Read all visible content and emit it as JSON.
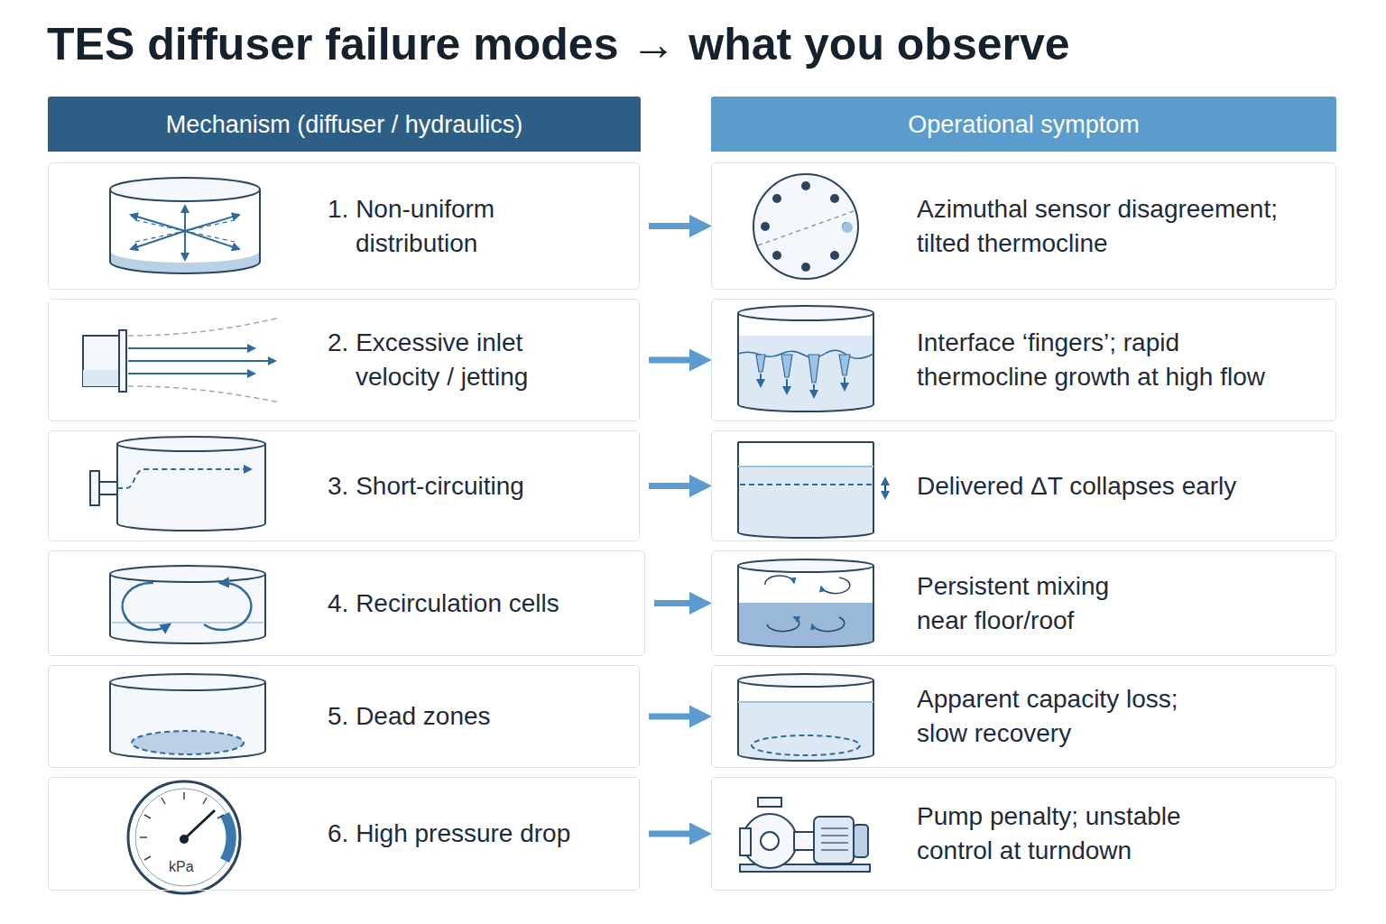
{
  "diagram": {
    "title": "TES diffuser failure modes → what you observe",
    "nodes": [
      {
        "text": [
          "Mechanism (diffuser / hydraulics)"
        ]
      },
      {
        "text": [
          "Operational symptom"
        ]
      },
      {
        "text": [
          "1. Non-uniform distribution"
        ]
      },
      {
        "text": [
          "Azimuthal sensor disagreement; tilted thermocline"
        ]
      },
      {
        "text": [
          "2. Excessive inlet velocity / jetting"
        ]
      },
      {
        "text": [
          "Interface ‘fingers’; rapid thermocline growth at high flow"
        ]
      },
      {
        "text": [
          "3. Short-circuiting"
        ]
      },
      {
        "text": [
          "Delivered ΔT collapses early"
        ]
      },
      {
        "text": [
          "4. Recirculation cells"
        ]
      },
      {
        "text": [
          "Persistent mixing near floor/roof"
        ]
      },
      {
        "text": [
          "5. Dead zones"
        ]
      },
      {
        "text": [
          "Apparent capacity loss; slow recovery"
        ]
      },
      {
        "text": [
          "6. High pressure drop"
        ]
      },
      {
        "text": [
          "Pump penalty; unstable control at turndown"
        ]
      }
    ],
    "edges": [
      {
        "from": 2,
        "to": 3,
        "arrow": "to"
      },
      {
        "from": 4,
        "to": 5,
        "arrow": "to"
      },
      {
        "from": 6,
        "to": 7,
        "arrow": "to"
      },
      {
        "from": 8,
        "to": 9,
        "arrow": "to"
      },
      {
        "from": 10,
        "to": 11,
        "arrow": "to"
      },
      {
        "from": 12,
        "to": 13,
        "arrow": "to"
      }
    ],
    "labels": [
      "kPa"
    ]
  }
}
